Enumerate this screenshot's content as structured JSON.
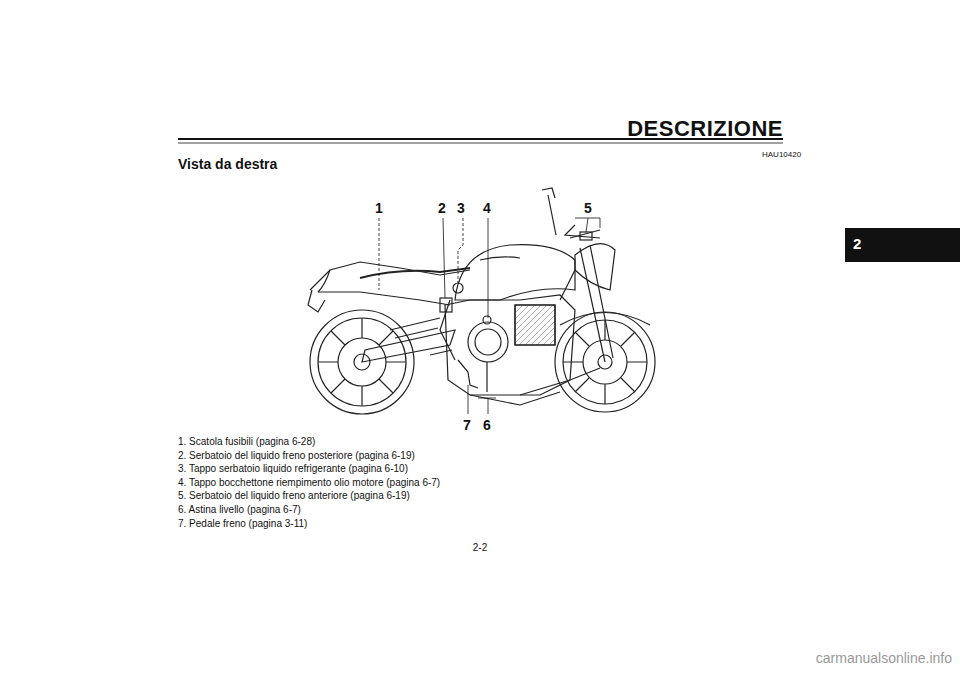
{
  "diagram": {
    "title": "DESCRIZIONE",
    "labels": [
      "HAU10420",
      "Vista da destra",
      "2",
      "1",
      "2",
      "3",
      "4",
      "5",
      "7",
      "6",
      "1. Scatola fusibili (pagina 6-28)",
      "2. Serbatoio del liquido freno posteriore (pagina 6-19)",
      "3. Tappo serbatoio liquido refrigerante (pagina 6-10)",
      "4. Tappo bocchettone riempimento olio motore (pagina 6-7)",
      "5. Serbatoio del liquido freno anteriore (pagina 6-19)",
      "6. Astina livello (pagina 6-7)",
      "7. Pedale freno (pagina 3-11)",
      "2-2",
      "carmanualsonline.info"
    ]
  }
}
